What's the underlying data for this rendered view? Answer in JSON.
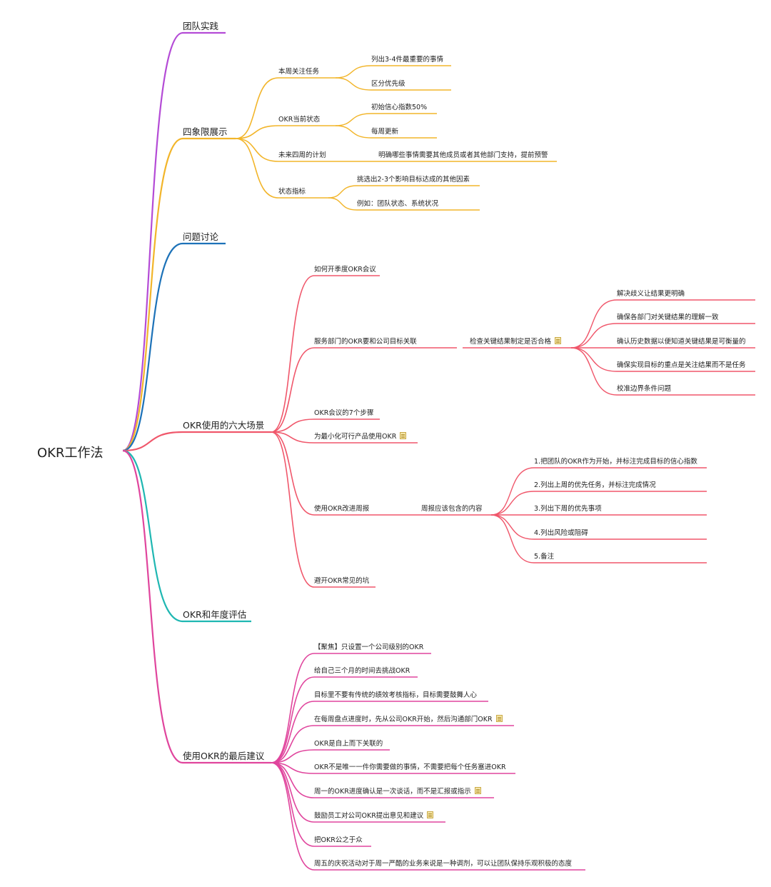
{
  "root": {
    "label": "OKR工作法"
  },
  "branches": [
    {
      "label": "团队实践",
      "color": "#b44bd6",
      "children": []
    },
    {
      "label": "四象限展示",
      "color": "#f2b52a",
      "children": [
        {
          "label": "本周关注任务",
          "children": [
            {
              "label": "列出3-4件最重要的事情"
            },
            {
              "label": "区分优先级"
            }
          ]
        },
        {
          "label": "OKR当前状态",
          "children": [
            {
              "label": "初始信心指数50%"
            },
            {
              "label": "每周更新"
            }
          ]
        },
        {
          "label": "未来四周的计划",
          "children": [
            {
              "label": "明确哪些事情需要其他成员或者其他部门支持，提前预警"
            }
          ]
        },
        {
          "label": "状态指标",
          "children": [
            {
              "label": "挑选出2-3个影响目标达成的其他因素"
            },
            {
              "label": "例如：团队状态、系统状况"
            }
          ]
        }
      ]
    },
    {
      "label": "问题讨论",
      "color": "#1d72b8",
      "children": []
    },
    {
      "label": "OKR使用的六大场景",
      "color": "#f0576b",
      "children": [
        {
          "label": "如何开季度OKR会议"
        },
        {
          "label": "服务部门的OKR要和公司目标关联",
          "children": [
            {
              "label": "检查关键结果制定是否合格",
              "note": true,
              "children": [
                {
                  "label": "解决歧义让结果更明确"
                },
                {
                  "label": "确保各部门对关键结果的理解一致"
                },
                {
                  "label": "确认历史数据以便知道关键结果是可衡量的"
                },
                {
                  "label": "确保实现目标的重点是关注结果而不是任务"
                },
                {
                  "label": "校准边界条件问题"
                }
              ]
            }
          ]
        },
        {
          "label": "OKR会议的7个步骤"
        },
        {
          "label": "为最小化可行产品使用OKR",
          "note": true
        },
        {
          "label": "使用OKR改进周报",
          "children": [
            {
              "label": "周报应该包含的内容",
              "children": [
                {
                  "label": "1.把团队的OKR作为开始，并标注完成目标的信心指数"
                },
                {
                  "label": "2.列出上周的优先任务，并标注完成情况"
                },
                {
                  "label": "3.列出下周的优先事项"
                },
                {
                  "label": "4.列出风险或阻碍"
                },
                {
                  "label": "5.备注"
                }
              ]
            }
          ]
        },
        {
          "label": "避开OKR常见的坑"
        }
      ]
    },
    {
      "label": "OKR和年度评估",
      "color": "#1fb7b2",
      "children": []
    },
    {
      "label": "使用OKR的最后建议",
      "color": "#e0459d",
      "children": [
        {
          "label": "【聚焦】只设置一个公司级别的OKR"
        },
        {
          "label": "给自己三个月的时间去挑战OKR"
        },
        {
          "label": "目标里不要有传统的绩效考核指标，目标需要鼓舞人心"
        },
        {
          "label": "在每周盘点进度时，先从公司OKR开始，然后沟通部门OKR",
          "note": true
        },
        {
          "label": "OKR是自上而下关联的"
        },
        {
          "label": "OKR不是唯一一件你需要做的事情，不需要把每个任务塞进OKR"
        },
        {
          "label": "周一的OKR进度确认是一次谈话，而不是汇报或指示",
          "note": true
        },
        {
          "label": "鼓励员工对公司OKR提出意见和建议",
          "note": true
        },
        {
          "label": "把OKR公之于众"
        },
        {
          "label": "周五的庆祝活动对于周一严酷的业务来说是一种调剂，可以让团队保持乐观积极的态度"
        }
      ]
    }
  ]
}
